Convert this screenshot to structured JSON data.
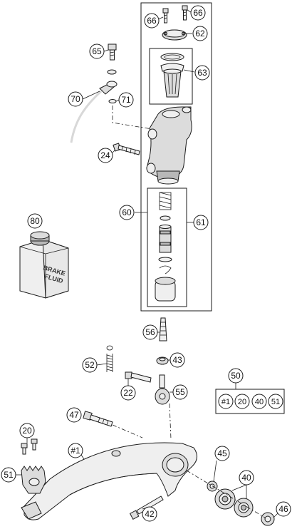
{
  "callouts": {
    "c66a": "66",
    "c66b": "66",
    "c62": "62",
    "c63": "63",
    "c65": "65",
    "c70": "70",
    "c71": "71",
    "c24": "24",
    "c60": "60",
    "c61": "61",
    "c80": "80",
    "c56": "56",
    "c43": "43",
    "c52": "52",
    "c22": "22",
    "c55": "55",
    "c50": "50",
    "c47": "47",
    "c20": "20",
    "c1": "#1",
    "c45": "45",
    "c51": "51",
    "c40": "40",
    "c42": "42",
    "c46": "46"
  },
  "kit": {
    "k1": "#1",
    "k2": "20",
    "k3": "40",
    "k4": "51"
  },
  "bottle_label": {
    "line1": "BRAKE",
    "line2": "FLUID"
  }
}
